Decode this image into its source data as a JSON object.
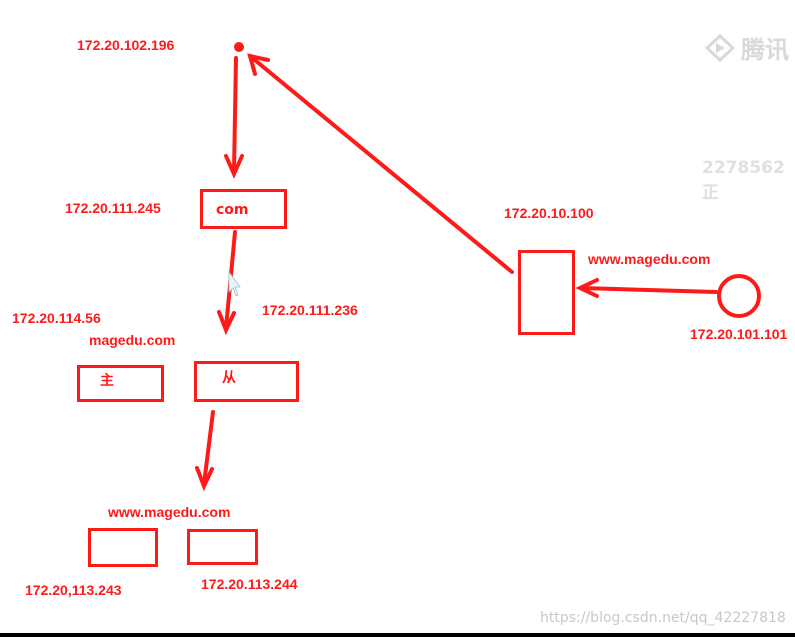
{
  "colors": {
    "accent": "#ff1a1a",
    "watermark": "#d9d9d9"
  },
  "labels": {
    "root_ip": "172.20.102.196",
    "com_ip": "172.20.111.245",
    "local_dns_ip": "172.20.10.100",
    "client_domain": "www.magedu.com",
    "client_ip": "172.20.101.101",
    "slave_ip": "172.20.111.236",
    "master_ip": "172.20.114.56",
    "magedu_domain": "magedu.com",
    "www_domain": "www.magedu.com",
    "www1_ip": "172.20,113.243",
    "www2_ip": "172.20.113.244"
  },
  "boxes": {
    "com": "com",
    "master": "主",
    "slave": "从"
  },
  "watermarks": {
    "logo_text": "腾讯",
    "user_id": "2278562正",
    "blog": "https://blog.csdn.net/qq_42227818"
  }
}
